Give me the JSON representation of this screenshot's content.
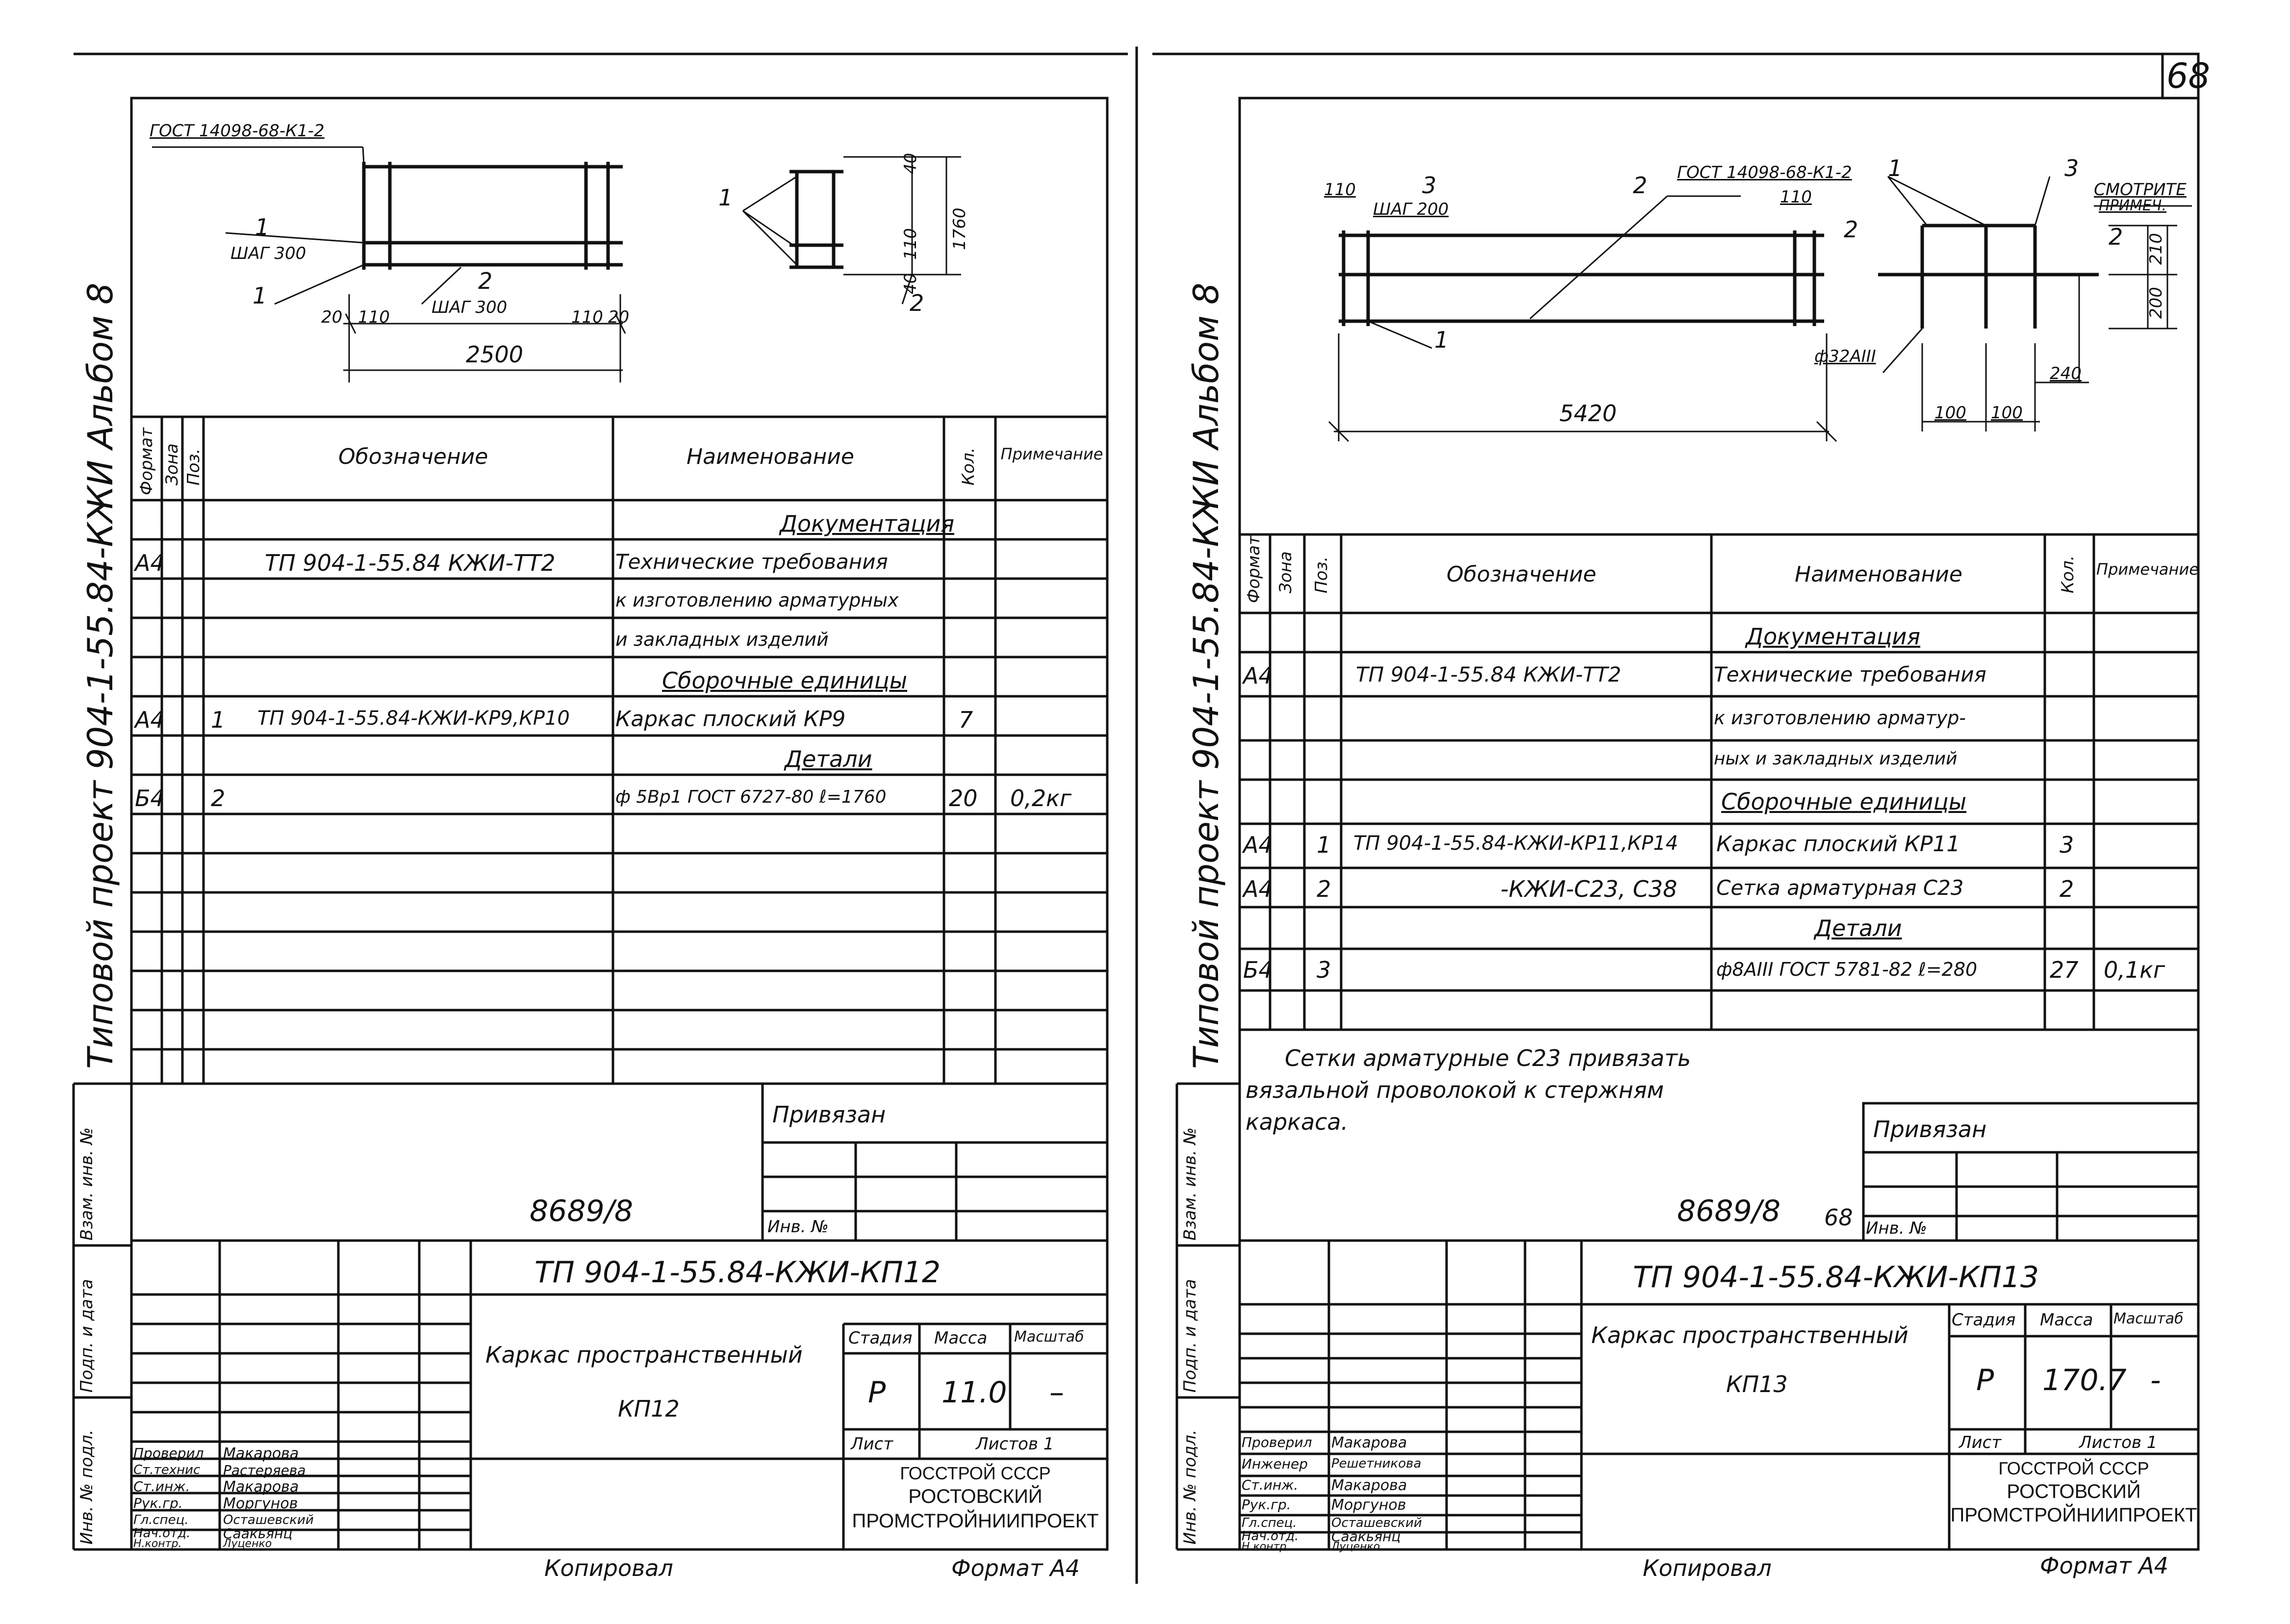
{
  "page_number": "68",
  "left": {
    "side_title": "Типовой проект 904-1-55.84-КЖИ Альбом 8",
    "side_stamp": [
      "Инв. № подл.",
      "Подп. и дата",
      "Взам. инв. №"
    ],
    "drawing": {
      "gost": "ГОСТ 14098-68-К1-2",
      "l1": "1",
      "step1": "ШАГ 300",
      "l1b": "1",
      "l2": "2",
      "step2": "ШАГ 300",
      "d20a": "20",
      "d110a": "110",
      "d110b": "110",
      "d20b": "20",
      "d2500": "2500",
      "v40a": "40",
      "v1760": "1760",
      "v110": "110",
      "v40b": "40",
      "p1": "1",
      "p2": "2"
    },
    "headers": [
      "Формат",
      "Зона",
      "Поз.",
      "Обозначение",
      "Наименование",
      "Кол.",
      "Примечание"
    ],
    "rows": [
      {
        "fmt": "",
        "zone": "",
        "pos": "",
        "code": "",
        "name": "Документация",
        "qty": "",
        "note": "",
        "section": true
      },
      {
        "fmt": "А4",
        "zone": "",
        "pos": "",
        "code": "ТП 904-1-55.84 КЖИ-ТТ2",
        "name": "Технические требования",
        "qty": "",
        "note": ""
      },
      {
        "fmt": "",
        "zone": "",
        "pos": "",
        "code": "",
        "name": "к изготовлению арматурных",
        "qty": "",
        "note": ""
      },
      {
        "fmt": "",
        "zone": "",
        "pos": "",
        "code": "",
        "name": "и закладных изделий",
        "qty": "",
        "note": ""
      },
      {
        "fmt": "",
        "zone": "",
        "pos": "",
        "code": "",
        "name": "Сборочные единицы",
        "qty": "",
        "note": "",
        "section": true
      },
      {
        "fmt": "А4",
        "zone": "",
        "pos": "1",
        "code": "ТП 904-1-55.84-КЖИ-КР9,КР10",
        "name": "Каркас плоский КР9",
        "qty": "7",
        "note": ""
      },
      {
        "fmt": "",
        "zone": "",
        "pos": "",
        "code": "",
        "name": "Детали",
        "qty": "",
        "note": "",
        "section": true
      },
      {
        "fmt": "Б4",
        "zone": "",
        "pos": "2",
        "code": "",
        "name": "ф 5Вр1 ГОСТ 6727-80 ℓ=1760",
        "qty": "20",
        "note": "0,2кг"
      }
    ],
    "bound_label": "Привязан",
    "inv_label": "Инв. №",
    "order_no": "8689/8",
    "doc_code": "ТП 904-1-55.84-КЖИ-КП12",
    "title_line1": "Каркас пространственный",
    "title_line2": "КП12",
    "stage_label": "Стадия",
    "mass_label": "Масса",
    "scale_label": "Масштаб",
    "stage": "Р",
    "mass": "11.0",
    "scale": "–",
    "sheet_label": "Лист",
    "sheets_label": "Листов 1",
    "org1": "ГОССТРОЙ СССР",
    "org2": "РОСТОВСКИЙ",
    "org3": "ПРОМСТРОЙНИИПРОЕКТ",
    "signers": [
      {
        "role": "Проверил",
        "name": "Макарова"
      },
      {
        "role": "Ст.технис",
        "name": "Растеряева"
      },
      {
        "role": "Ст.инж.",
        "name": "Макарова"
      },
      {
        "role": "Рук.гр.",
        "name": "Моргунов"
      },
      {
        "role": "Гл.спец.",
        "name": "Осташевский"
      },
      {
        "role": "Нач.отд.",
        "name": "Саакьянц"
      },
      {
        "role": "Н.контр.",
        "name": "Луценко"
      }
    ],
    "copied": "Копировал",
    "format": "Формат А4"
  },
  "right": {
    "side_title": "Типовой проект 904-1-55.84-КЖИ Альбом 8",
    "side_stamp": [
      "Инв. № подл.",
      "Подп. и дата",
      "Взам. инв. №"
    ],
    "drawing": {
      "d110a": "110",
      "l3": "3",
      "step": "ШАГ 200",
      "l2": "2",
      "gost": "ГОСТ 14098-68-К1-2",
      "d110b": "110",
      "l1": "1",
      "l3b": "3",
      "see": "СМОТРИТЕ",
      "see2": "ПРИМЕЧ.",
      "e2a": "2",
      "e2b": "2",
      "v210": "210",
      "v200": "200",
      "bar": "ф32АIII",
      "d240": "240",
      "d100a": "100",
      "d100b": "100",
      "l1b": "1",
      "d5420": "5420"
    },
    "headers": [
      "Формат",
      "Зона",
      "Поз.",
      "Обозначение",
      "Наименование",
      "Кол.",
      "Примечание"
    ],
    "rows": [
      {
        "fmt": "",
        "zone": "",
        "pos": "",
        "code": "",
        "name": "Документация",
        "qty": "",
        "note": "",
        "section": true
      },
      {
        "fmt": "А4",
        "zone": "",
        "pos": "",
        "code": "ТП 904-1-55.84 КЖИ-ТТ2",
        "name": "Технические требования",
        "qty": "",
        "note": ""
      },
      {
        "fmt": "",
        "zone": "",
        "pos": "",
        "code": "",
        "name": "к изготовлению арматур-",
        "qty": "",
        "note": ""
      },
      {
        "fmt": "",
        "zone": "",
        "pos": "",
        "code": "",
        "name": "ных и закладных изделий",
        "qty": "",
        "note": ""
      },
      {
        "fmt": "",
        "zone": "",
        "pos": "",
        "code": "",
        "name": "Сборочные единицы",
        "qty": "",
        "note": "",
        "section": true
      },
      {
        "fmt": "А4",
        "zone": "",
        "pos": "1",
        "code": "ТП 904-1-55.84-КЖИ-КР11,КР14",
        "name": "Каркас плоский КР11",
        "qty": "3",
        "note": ""
      },
      {
        "fmt": "А4",
        "zone": "",
        "pos": "2",
        "code": "-КЖИ-С23, С38",
        "name": "Сетка арматурная С23",
        "qty": "2",
        "note": ""
      },
      {
        "fmt": "",
        "zone": "",
        "pos": "",
        "code": "",
        "name": "Детали",
        "qty": "",
        "note": "",
        "section": true
      },
      {
        "fmt": "Б4",
        "zone": "",
        "pos": "3",
        "code": "",
        "name": "ф8АIII ГОСТ 5781-82 ℓ=280",
        "qty": "27",
        "note": "0,1кг"
      }
    ],
    "note_lines": [
      "Сетки арматурные С23 привязать",
      "вязальной проволокой к стержням",
      "каркаса."
    ],
    "bound_label": "Привязан",
    "inv_label": "Инв. №",
    "order_no": "8689/8",
    "order_sheet": "68",
    "doc_code": "ТП 904-1-55.84-КЖИ-КП13",
    "title_line1": "Каркас пространственный",
    "title_line2": "КП13",
    "stage_label": "Стадия",
    "mass_label": "Масса",
    "scale_label": "Масштаб",
    "stage": "Р",
    "mass": "170.7",
    "scale": "-",
    "sheet_label": "Лист",
    "sheets_label": "Листов 1",
    "org1": "ГОССТРОЙ СССР",
    "org2": "РОСТОВСКИЙ",
    "org3": "ПРОМСТРОЙНИИПРОЕКТ",
    "signers": [
      {
        "role": "Проверил",
        "name": "Макарова"
      },
      {
        "role": "Инженер",
        "name": "Решетникова"
      },
      {
        "role": "Ст.инж.",
        "name": "Макарова"
      },
      {
        "role": "Рук.гр.",
        "name": "Моргунов"
      },
      {
        "role": "Гл.спец.",
        "name": "Осташевский"
      },
      {
        "role": "Нач.отд.",
        "name": "Саакьянц"
      },
      {
        "role": "Н.контр.",
        "name": "Луценко"
      }
    ],
    "copied": "Копировал",
    "format": "Формат А4"
  }
}
